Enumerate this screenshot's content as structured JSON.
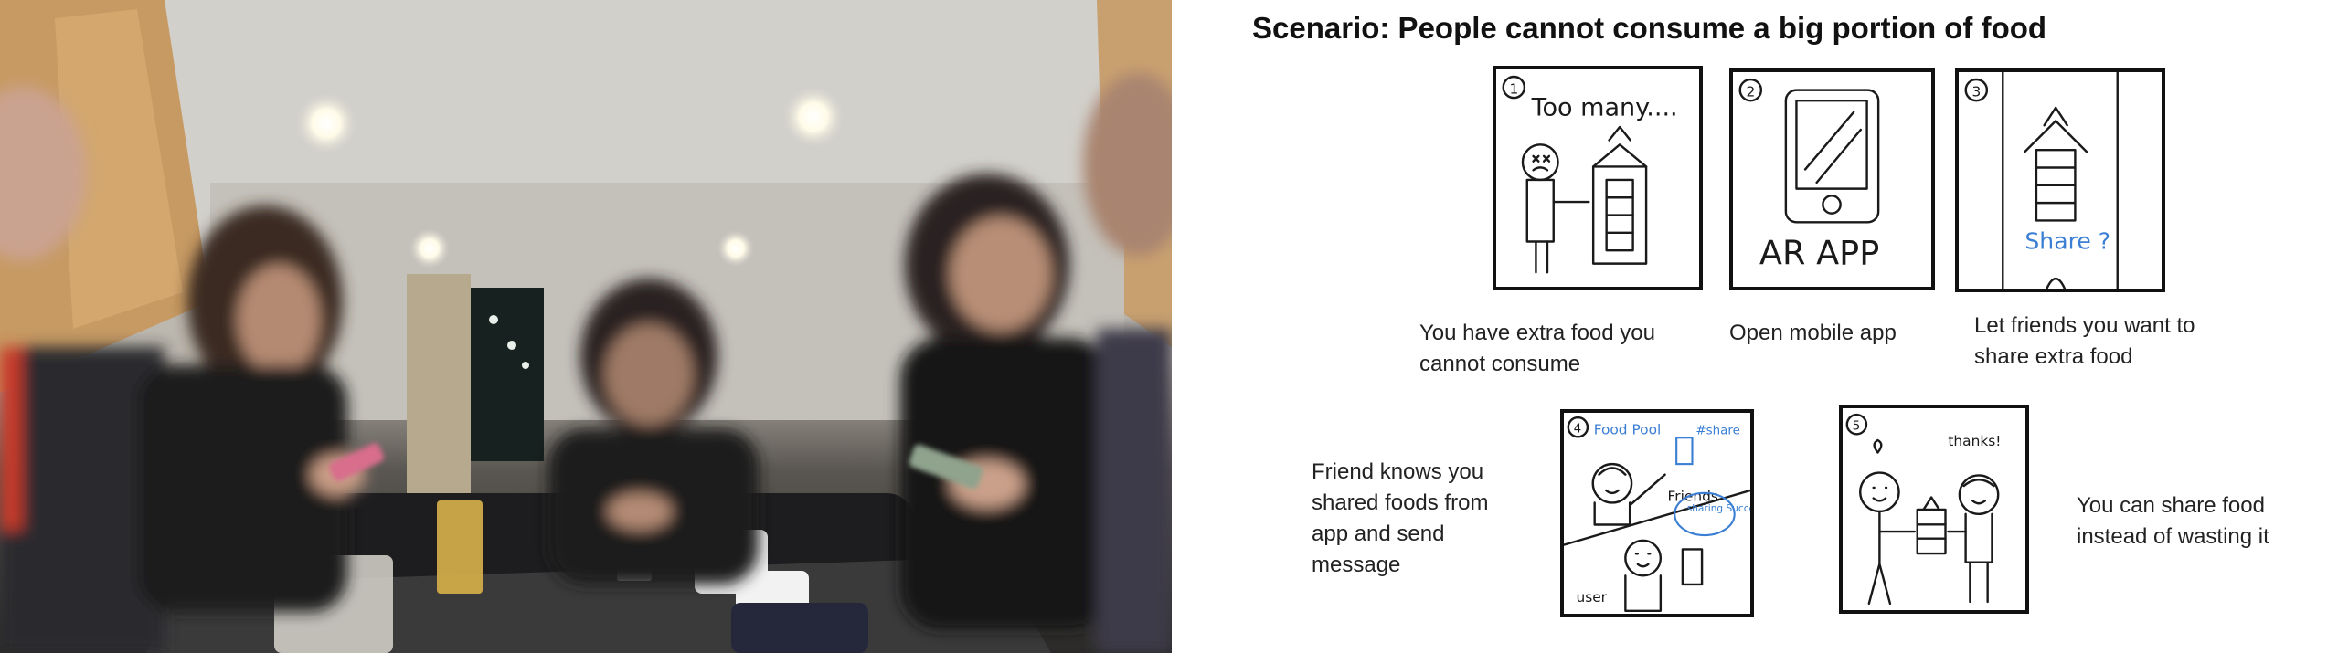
{
  "scenario": {
    "title": "Scenario: People cannot consume a big portion of food"
  },
  "panels": [
    {
      "number": "1",
      "sketch_text": "Too many....",
      "caption": "You have extra food you cannot consume"
    },
    {
      "number": "2",
      "sketch_text": "AR APP",
      "caption": "Open mobile app"
    },
    {
      "number": "3",
      "sketch_text": "Share ?",
      "caption": "Let friends you want to share extra food"
    },
    {
      "number": "4",
      "sketch_text_app": "Food Pool",
      "sketch_text_share": "#share",
      "sketch_text_friends": "Friends",
      "sketch_text_status": "sharing Successful",
      "sketch_text_user": "user",
      "caption": "Friend knows you shared foods from app and send message"
    },
    {
      "number": "5",
      "sketch_text": "thanks!",
      "caption": "You can share food instead of wasting it"
    }
  ]
}
